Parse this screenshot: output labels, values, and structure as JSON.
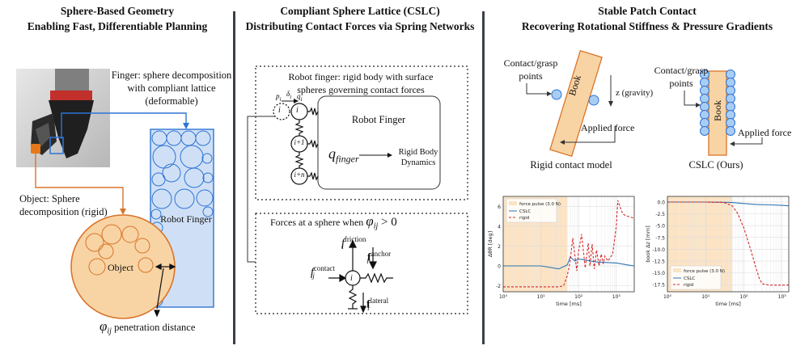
{
  "panel1": {
    "title_line1": "Sphere-Based Geometry",
    "title_line2": "Enabling Fast, Differentiable Planning",
    "finger_caption_line1": "Finger: sphere decomposition",
    "finger_caption_line2": "with compliant lattice",
    "finger_caption_line3": "(deformable)",
    "object_caption_line1": "Object: Sphere",
    "object_caption_line2": "decomposition (rigid)",
    "robot_finger_label": "Robot Finger",
    "object_label": "Object",
    "penetration_symbol": "φ",
    "penetration_subscript": "ij",
    "penetration_text": "penetration distance"
  },
  "panel2": {
    "title_line1": "Compliant Sphere Lattice (CSLC)",
    "title_line2": "Distributing Contact Forces via Spring Networks",
    "box1_caption_line1": "Robot finger: rigid body with surface",
    "box1_caption_line2": "spheres governing contact forces",
    "robot_finger_label": "Robot Finger",
    "q_finger_symbol": "q",
    "q_finger_subscript": "finger",
    "rigid_body_line1": "Rigid Body",
    "rigid_body_line2": "Dynamics",
    "node_i": "i",
    "node_i1": "i+1",
    "node_in": "i+n",
    "p_label": "p",
    "p_sub": "i",
    "delta_label": "δ",
    "delta_sub": "i",
    "qi_label": "q",
    "qi_sub": "i",
    "box2_caption": "Forces at a sphere when",
    "box2_condition": "φ",
    "box2_condition_sub": "ij",
    "box2_condition_rhs": " > 0",
    "f_friction": "f",
    "f_friction_sub": "i",
    "f_friction_sup": "friction",
    "f_contact": "f",
    "f_contact_sub": "ij",
    "f_contact_sup": "contact",
    "f_anchor": "f",
    "f_anchor_sub": "i",
    "f_anchor_sup": "anchor",
    "f_lateral": "f",
    "f_lateral_sub": "i",
    "f_lateral_sup": "lateral"
  },
  "panel3": {
    "title_line1": "Stable Patch Contact",
    "title_line2": "Recovering Rotational Stiffness & Pressure Gradients",
    "left_points_line1": "Contact/grasp",
    "left_points_line2": "points",
    "book_label": "Book",
    "gravity_label": "z (gravity)",
    "applied_force_left": "Applied force",
    "rigid_model_label": "Rigid contact model",
    "right_points_line1": "Contact/grasp",
    "right_points_line2": "points",
    "applied_force_right": "Applied force",
    "cslc_label": "CSLC (Ours)"
  },
  "chart_data": [
    {
      "type": "line",
      "xscale": "log",
      "xlim": [
        1,
        3000
      ],
      "ylim": [
        -2.6,
        7.0
      ],
      "xlabel": "time [ms]",
      "ylabel": "ΔθR [deg]",
      "xticks": [
        "10⁰",
        "10¹",
        "10²",
        "10³"
      ],
      "yticks": [
        -2,
        0,
        2,
        4,
        6
      ],
      "grid": true,
      "legend_location": "upper-left",
      "shaded_region": {
        "label": "force pulse (3.0 N)",
        "x": [
          1,
          50
        ],
        "color": "#fbe3c4"
      },
      "series": [
        {
          "name": "CSLC",
          "color": "#2f74b5",
          "style": "solid",
          "x": [
            1,
            10,
            30,
            50,
            60,
            80,
            100,
            150,
            200,
            300,
            500,
            1000,
            2000,
            3000
          ],
          "y": [
            0,
            0,
            -0.3,
            0.1,
            0.9,
            0.5,
            0.7,
            0.6,
            0.5,
            0.4,
            0.35,
            0.3,
            0.1,
            0.0
          ]
        },
        {
          "name": "rigid",
          "color": "#d62728",
          "style": "dashed",
          "x": [
            1,
            30,
            40,
            50,
            60,
            70,
            80,
            90,
            100,
            120,
            150,
            180,
            200,
            230,
            260,
            300,
            350,
            400,
            450,
            500,
            600,
            800,
            1000,
            1100,
            1300,
            1500,
            2000,
            3000
          ],
          "y": [
            -2.1,
            -2.1,
            -2.0,
            -1.0,
            0.5,
            2.8,
            1.0,
            -0.5,
            1.5,
            3.2,
            -0.2,
            2.3,
            0.0,
            2.2,
            -0.3,
            1.6,
            0.0,
            1.2,
            0.2,
            1.0,
            0.5,
            1.2,
            4.0,
            6.6,
            5.8,
            5.2,
            5.0,
            4.8
          ]
        }
      ]
    },
    {
      "type": "line",
      "xscale": "log",
      "xlim": [
        1,
        1500
      ],
      "ylim": [
        -19.0,
        1.2
      ],
      "xlabel": "time [ms]",
      "ylabel": "book Δz [mm]",
      "xticks": [
        "10⁰",
        "10¹",
        "10²",
        "10³"
      ],
      "yticks": [
        0.0,
        -2.5,
        -5.0,
        -7.5,
        -10.0,
        -12.5,
        -15.0,
        -17.5
      ],
      "grid": true,
      "legend_location": "lower-left",
      "shaded_region": {
        "label": "force pulse (3.0 N)",
        "x": [
          1,
          50
        ],
        "color": "#fbe3c4"
      },
      "series": [
        {
          "name": "CSLC",
          "color": "#2f74b5",
          "style": "solid",
          "x": [
            1,
            10,
            30,
            50,
            100,
            200,
            500,
            1000,
            1500
          ],
          "y": [
            0,
            0,
            -0.05,
            -0.1,
            -0.3,
            -0.5,
            -0.6,
            -0.7,
            -0.8
          ]
        },
        {
          "name": "rigid",
          "color": "#d62728",
          "style": "dashed",
          "x": [
            1,
            10,
            30,
            50,
            70,
            100,
            150,
            200,
            250,
            300,
            400,
            500,
            1000,
            1500
          ],
          "y": [
            0,
            0,
            -0.1,
            -0.8,
            -2.5,
            -5.5,
            -10.0,
            -13.5,
            -16.0,
            -17.3,
            -17.5,
            -17.6,
            -17.6,
            -17.6
          ]
        }
      ]
    }
  ]
}
